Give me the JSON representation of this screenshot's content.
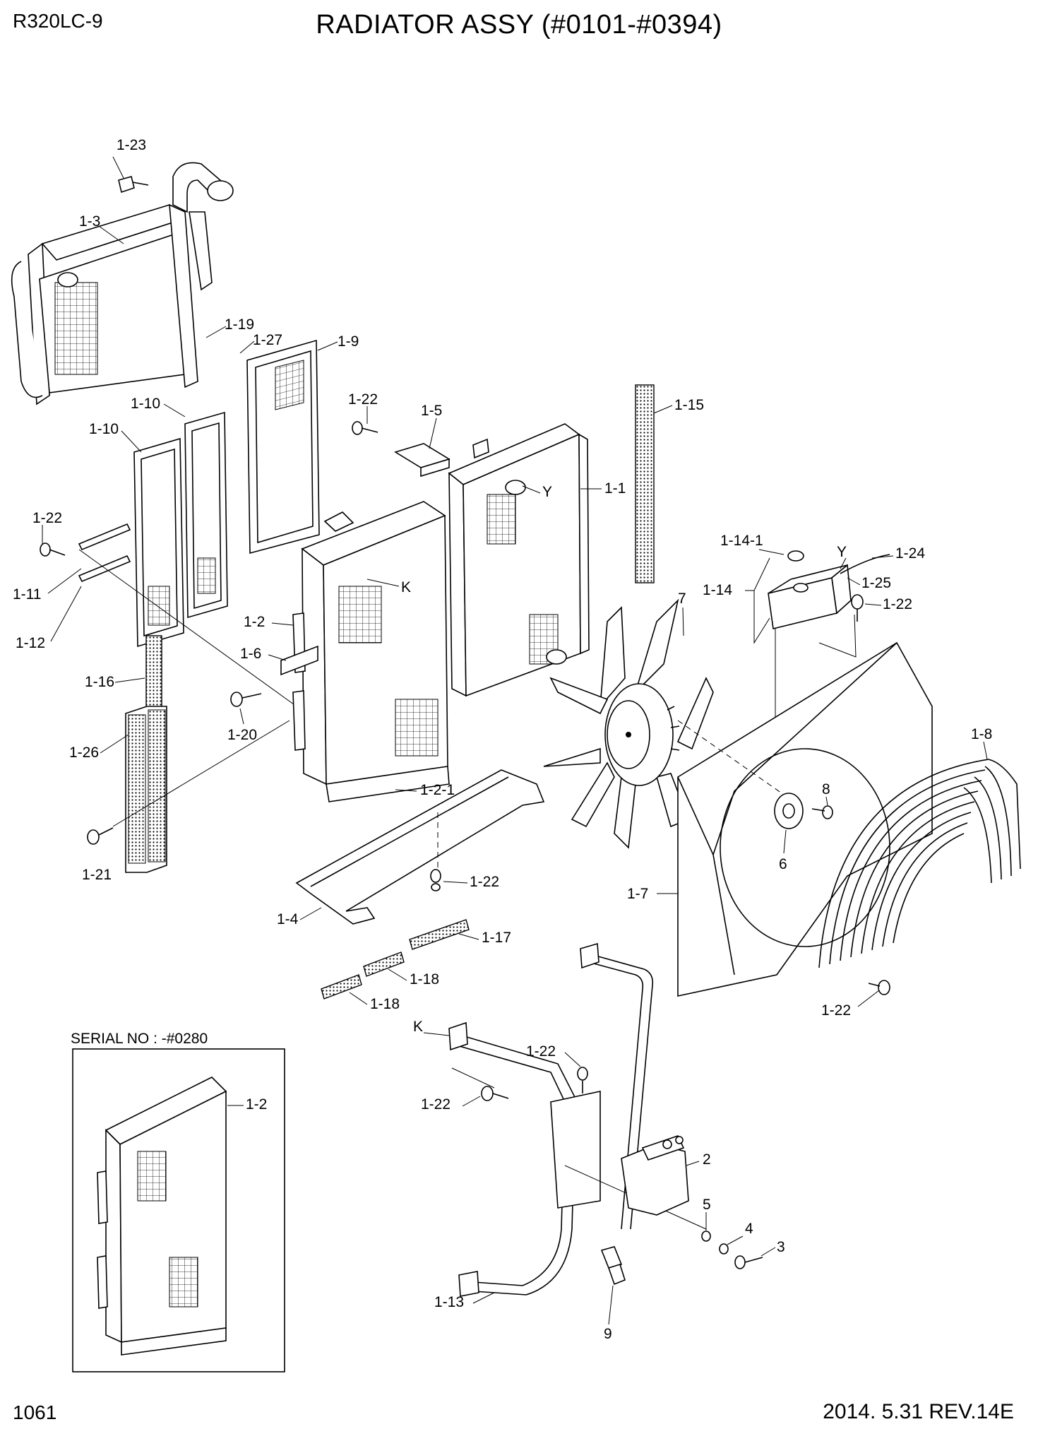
{
  "header": {
    "model": "R320LC-9",
    "title": "RADIATOR ASSY (#0101-#0394)"
  },
  "footer": {
    "page_number": "1061",
    "revision": "2014. 5.31  REV.14E"
  },
  "inset": {
    "caption": "SERIAL NO : -#0280",
    "label": "1-2"
  },
  "callouts": {
    "c_1_23": "1-23",
    "c_1_3": "1-3",
    "c_1_19": "1-19",
    "c_1_27": "1-27",
    "c_1_9": "1-9",
    "c_1_10a": "1-10",
    "c_1_10b": "1-10",
    "c_1_22a": "1-22",
    "c_1_5": "1-5",
    "c_1_15": "1-15",
    "c_1_1": "1-1",
    "c_Y1": "Y",
    "c_1_22b": "1-22",
    "c_1_11": "1-11",
    "c_1_12": "1-12",
    "c_K1": "K",
    "c_1_2": "1-2",
    "c_1_6": "1-6",
    "c_1_16": "1-16",
    "c_1_20": "1-20",
    "c_1_26": "1-26",
    "c_1_21": "1-21",
    "c_1_2_1": "1-2-1",
    "c_1_14_1": "1-14-1",
    "c_Y2": "Y",
    "c_1_24": "1-24",
    "c_1_14": "1-14",
    "c_1_25": "1-25",
    "c_1_22c": "1-22",
    "c_7": "7",
    "c_1_8": "1-8",
    "c_8": "8",
    "c_6": "6",
    "c_1_7": "1-7",
    "c_1_22d": "1-22",
    "c_1_4": "1-4",
    "c_1_17": "1-17",
    "c_1_18a": "1-18",
    "c_1_18b": "1-18",
    "c_1_22e": "1-22",
    "c_K2": "K",
    "c_1_22f": "1-22",
    "c_1_22g": "1-22",
    "c_2": "2",
    "c_5": "5",
    "c_4": "4",
    "c_3": "3",
    "c_1_13": "1-13",
    "c_9": "9"
  }
}
